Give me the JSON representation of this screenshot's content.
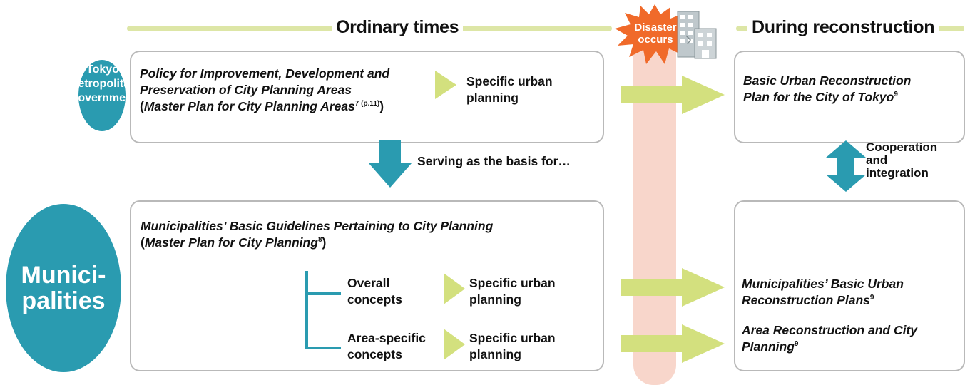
{
  "headers": {
    "ordinary": "Ordinary times",
    "reconstruction": "During reconstruction"
  },
  "disaster": {
    "line1": "Disaster",
    "line2": "occurs"
  },
  "actors": {
    "tokyo": [
      "Tokyo",
      "Metropolitan",
      "Government"
    ],
    "municipalities": [
      "Munici-",
      "palities"
    ]
  },
  "tmg_policy": {
    "line1": "Policy for Improvement, Development and",
    "line2": "Preservation of City Planning Areas",
    "line3_open": "(",
    "line3_italic": "Master Plan for City Planning Areas",
    "line3_sup": "7 (p.11)",
    "line3_close": ")"
  },
  "specific_urban_planning": [
    "Specific urban",
    "planning"
  ],
  "serving_basis": "Serving as the basis for…",
  "muni_guidelines": {
    "line1": "Municipalities’ Basic Guidelines Pertaining to City Planning",
    "line2_open": "(",
    "line2_italic": "Master Plan for City Planning",
    "line2_sup": "8",
    "line2_close": ")"
  },
  "overall_concepts": [
    "Overall",
    "concepts"
  ],
  "area_specific_concepts": [
    "Area-specific",
    "concepts"
  ],
  "tokyo_recon_plan": {
    "line1": "Basic Urban Reconstruction",
    "line2": "Plan for the City of Tokyo",
    "sup": "9"
  },
  "cooperation": [
    "Cooperation",
    "and",
    "integration"
  ],
  "muni_recon_plans": {
    "line1": "Municipalities’ Basic Urban",
    "line2": "Reconstruction Plans",
    "sup": "9"
  },
  "area_recon": {
    "line1": "Area Reconstruction and City",
    "line2": "Planning",
    "sup": "9"
  },
  "colors": {
    "teal": "#2a9bb0",
    "light_green": "#d3e07e",
    "band_green": "#dde6a6",
    "pink_band": "#f8d6cb",
    "orange": "#f06a2a",
    "box_border": "#b9b9b9"
  }
}
